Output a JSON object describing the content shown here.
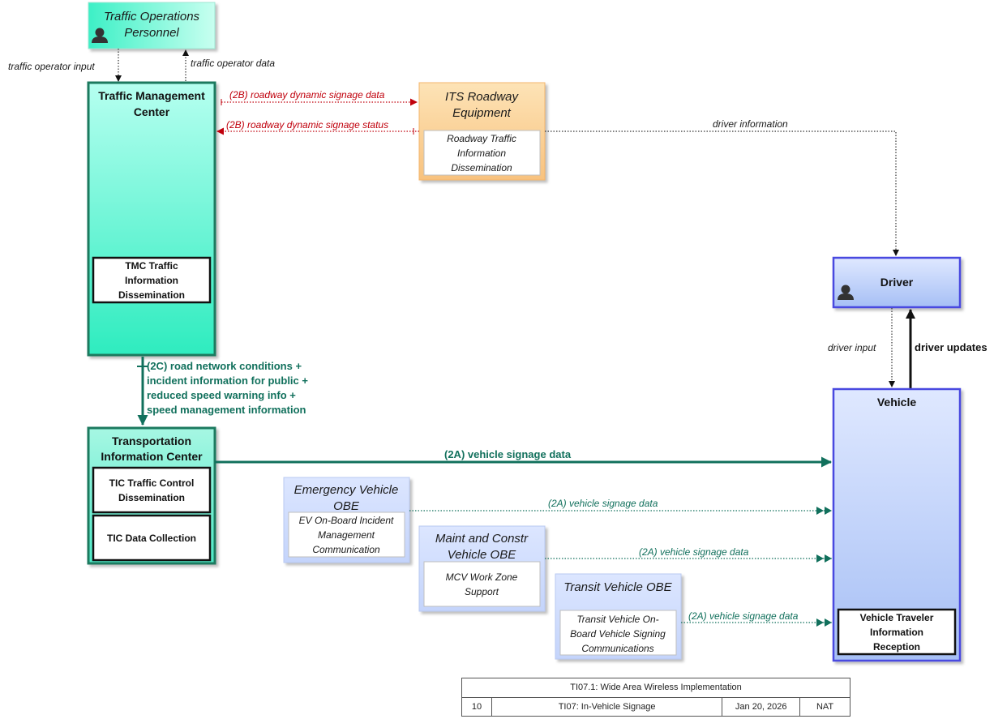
{
  "elements": {
    "personnel": {
      "title_l1": "Traffic Operations",
      "title_l2": "Personnel"
    },
    "tmc": {
      "title_l1": "Traffic Management",
      "title_l2": "Center",
      "sub": [
        "TMC Traffic",
        "Information",
        "Dissemination"
      ]
    },
    "its": {
      "title_l1": "ITS Roadway",
      "title_l2": "Equipment",
      "sub": [
        "Roadway Traffic",
        "Information",
        "Dissemination"
      ]
    },
    "driver": {
      "title": "Driver"
    },
    "vehicle": {
      "title": "Vehicle",
      "sub": [
        "Vehicle Traveler",
        "Information",
        "Reception"
      ]
    },
    "tic": {
      "title_l1": "Transportation",
      "title_l2": "Information Center",
      "sub1": [
        "TIC Traffic Control",
        "Dissemination"
      ],
      "sub2": "TIC Data Collection"
    },
    "ev": {
      "title_l1": "Emergency Vehicle",
      "title_l2": "OBE",
      "sub": [
        "EV On-Board Incident",
        "Management",
        "Communication"
      ]
    },
    "mcv": {
      "title_l1": "Maint and Constr",
      "title_l2": "Vehicle OBE",
      "sub": [
        "MCV Work Zone",
        "Support"
      ]
    },
    "transit": {
      "title": "Transit Vehicle OBE",
      "sub": [
        "Transit Vehicle On-",
        "Board Vehicle Signing",
        "Communications"
      ]
    }
  },
  "flows": {
    "operator_input": "traffic operator input",
    "operator_data": "traffic operator data",
    "signage_data": "(2B) roadway dynamic signage data",
    "signage_status": "(2B) roadway dynamic signage status",
    "driver_information": "driver information",
    "driver_input": "driver input",
    "driver_updates": "driver updates",
    "road_network": [
      "(2C) road network conditions +",
      "incident information for public +",
      "reduced speed warning info +",
      "speed management information"
    ],
    "vehicle_signage_tic": "(2A) vehicle signage data",
    "vehicle_signage_ev": "(2A) vehicle signage data",
    "vehicle_signage_mcv": "(2A) vehicle signage data",
    "vehicle_signage_transit": "(2A) vehicle signage data"
  },
  "title_block": {
    "title": "TI07.1: Wide Area Wireless Implementation",
    "page": "10",
    "diagram": "TI07: In-Vehicle Signage",
    "date": "Jan 20, 2026",
    "code": "NAT"
  },
  "colors": {
    "center_fill_top": "#a8ffe6",
    "center_fill_bottom": "#33f0c4",
    "center_border": "#1a7a5e",
    "field_fill": "#fdd49a",
    "field_border": "#f4b56c",
    "vehicle_fill": "#c8d7ff",
    "vehicle_border": "#4a4ae0",
    "teal_flow": "#11705c",
    "red_flow": "#c0000c"
  }
}
